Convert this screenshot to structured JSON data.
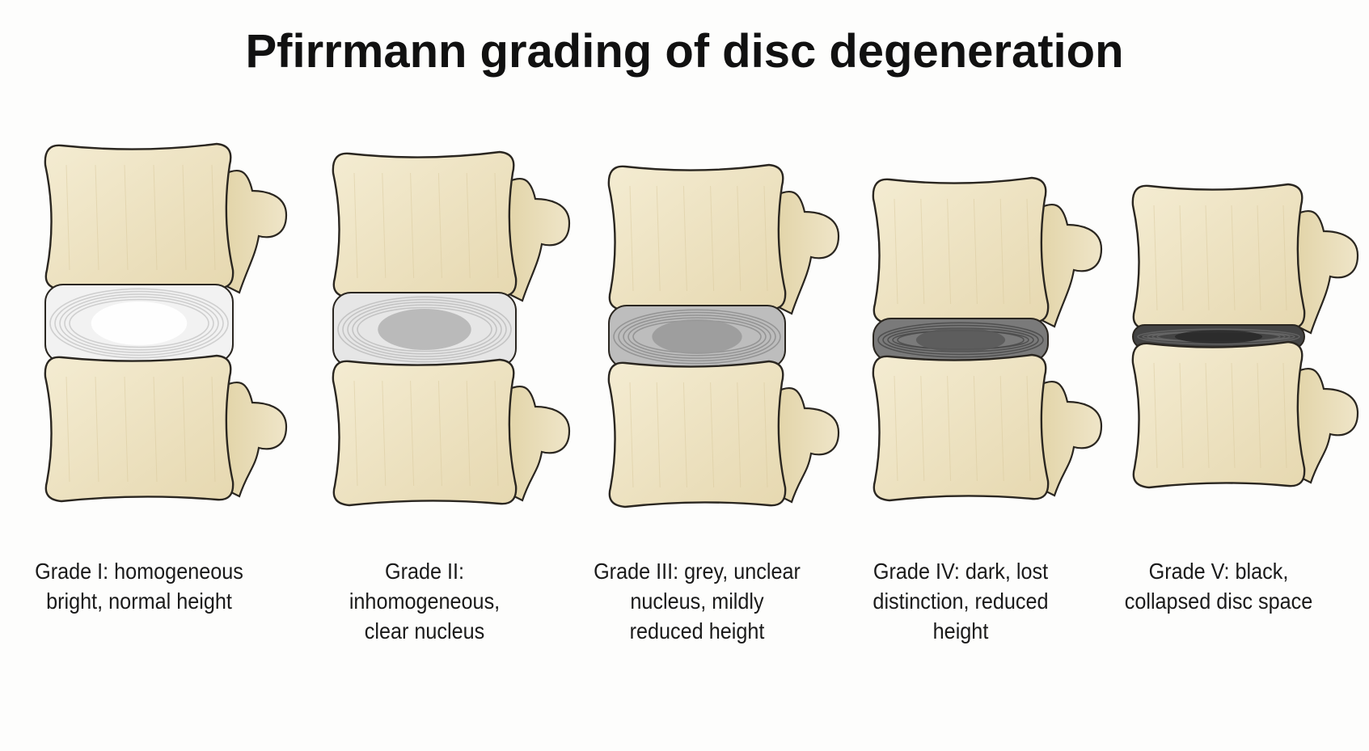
{
  "title": "Pfirrmann grading of disc degeneration",
  "colors": {
    "bone_fill": "#efe5c8",
    "bone_shade": "#d9c99d",
    "outline": "#2a2620",
    "background": "#fdfdfc"
  },
  "grades": [
    {
      "caption_lines": [
        "Grade I: homogeneous",
        "bright, normal height"
      ],
      "disc_color": "#f2f2f2",
      "nucleus_color": "#ffffff",
      "ring_color": "#c9c9c9",
      "disc_height_fraction": 1.0
    },
    {
      "caption_lines": [
        "Grade II: inhomogeneous,",
        "clear nucleus"
      ],
      "disc_color": "#e6e6e6",
      "nucleus_color": "#b5b5b5",
      "ring_color": "#bdbdbd",
      "disc_height_fraction": 0.95
    },
    {
      "caption_lines": [
        "Grade III: grey, unclear",
        "nucleus, mildly",
        "reduced height"
      ],
      "disc_color": "#bdbdbd",
      "nucleus_color": "#9a9a9a",
      "ring_color": "#8e8e8e",
      "disc_height_fraction": 0.8
    },
    {
      "caption_lines": [
        "Grade IV: dark, lost",
        "distinction, reduced",
        "height"
      ],
      "disc_color": "#7a7a7a",
      "nucleus_color": "#5a5a5a",
      "ring_color": "#4a4a4a",
      "disc_height_fraction": 0.55
    },
    {
      "caption_lines": [
        "Grade V: black,",
        "collapsed disc space"
      ],
      "disc_color": "#444444",
      "nucleus_color": "#2a2a2a",
      "ring_color": "#666666",
      "disc_height_fraction": 0.3
    }
  ]
}
